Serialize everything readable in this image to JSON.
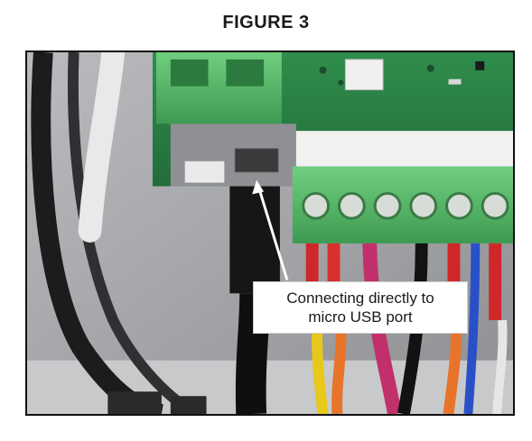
{
  "figure": {
    "title": "FIGURE 3"
  },
  "callout": {
    "line1": "Connecting directly to",
    "line2": "micro USB port"
  },
  "photo": {
    "description_icon": "circuit-board-photo",
    "colors": {
      "board_green": "#2e8a4a",
      "terminal_green": "#5fbf70",
      "wire_red": "#d0282a",
      "wire_orange": "#e8742a",
      "wire_yellow": "#e8c81a",
      "wire_magenta": "#c0306a",
      "wire_blue": "#2a50c8",
      "enclosure_gray": "#a6a8ab"
    }
  }
}
